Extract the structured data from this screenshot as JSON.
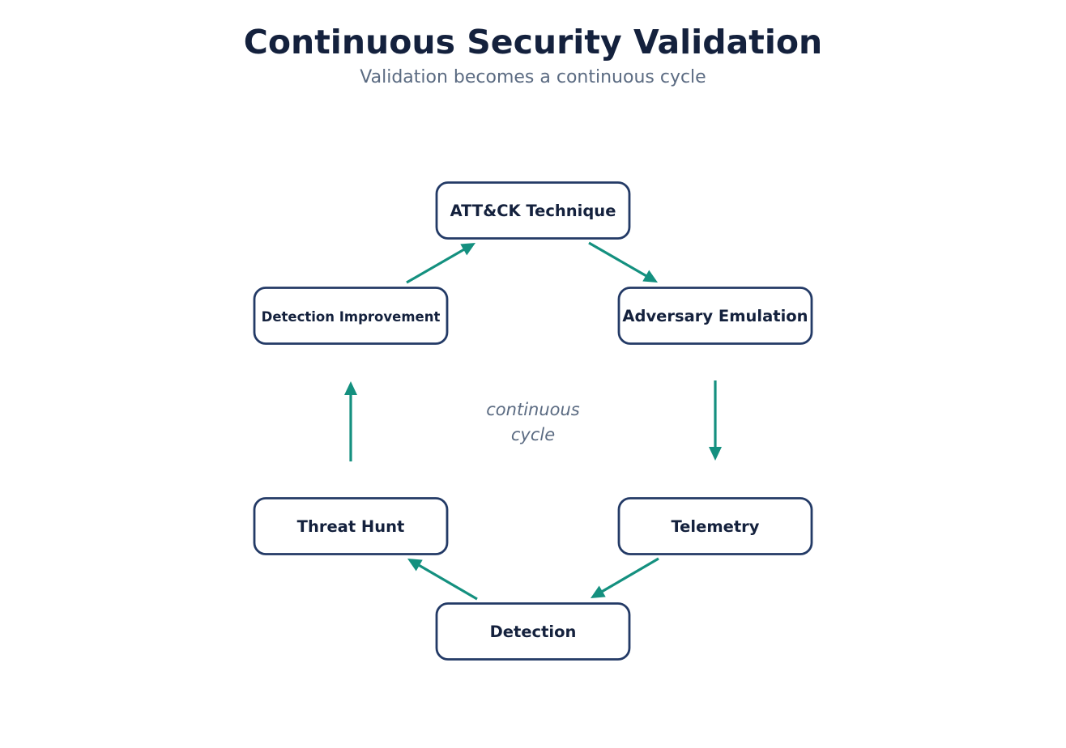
{
  "diagram": {
    "title": "Continuous Security Validation",
    "subtitle": "Validation becomes a continuous cycle",
    "center_label": [
      "continuous",
      "cycle"
    ],
    "nodes": [
      {
        "id": "attck",
        "label": "ATT&CK Technique"
      },
      {
        "id": "emulation",
        "label": "Adversary Emulation"
      },
      {
        "id": "telemetry",
        "label": "Telemetry"
      },
      {
        "id": "detection",
        "label": "Detection"
      },
      {
        "id": "hunt",
        "label": "Threat Hunt"
      },
      {
        "id": "improvement",
        "label": "Detection Improvement"
      }
    ],
    "edges": [
      {
        "from": "attck",
        "to": "emulation"
      },
      {
        "from": "emulation",
        "to": "telemetry"
      },
      {
        "from": "telemetry",
        "to": "detection"
      },
      {
        "from": "detection",
        "to": "hunt"
      },
      {
        "from": "hunt",
        "to": "improvement"
      },
      {
        "from": "improvement",
        "to": "attck"
      }
    ],
    "colors": {
      "node_border": "#233a66",
      "node_fill": "#ffffff",
      "arrow": "#14907f",
      "title": "#14213d",
      "subtitle": "#5b6b82"
    }
  }
}
